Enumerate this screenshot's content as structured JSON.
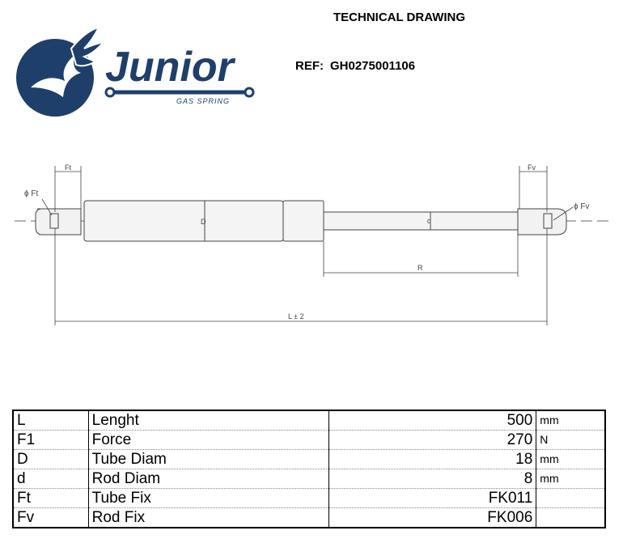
{
  "header": {
    "title": "TECHNICAL DRAWING",
    "ref_label": "REF:",
    "ref_value": "GH0275001106"
  },
  "logo": {
    "brand": "Junior",
    "tagline": "GAS SPRING",
    "brand_color": "#1f3f6b"
  },
  "drawing": {
    "labels": {
      "ft": "Ft",
      "fv": "Fv",
      "phi_ft": "ϕ Ft",
      "phi_fv": "ϕ Fv",
      "r": "R",
      "l": "L ± 2",
      "d_tube": "D",
      "d_rod": "d"
    }
  },
  "specs": {
    "rows": [
      {
        "symbol": "L",
        "name": "Lenght",
        "value": "500",
        "unit": "mm"
      },
      {
        "symbol": "F1",
        "name": "Force",
        "value": "270",
        "unit": "N"
      },
      {
        "symbol": "D",
        "name": "Tube Diam",
        "value": "18",
        "unit": "mm"
      },
      {
        "symbol": "d",
        "name": "Rod Diam",
        "value": "8",
        "unit": "mm"
      },
      {
        "symbol": "Ft",
        "name": "Tube Fix",
        "value": "FK011",
        "unit": ""
      },
      {
        "symbol": "Fv",
        "name": "Rod Fix",
        "value": "FK006",
        "unit": ""
      }
    ]
  }
}
